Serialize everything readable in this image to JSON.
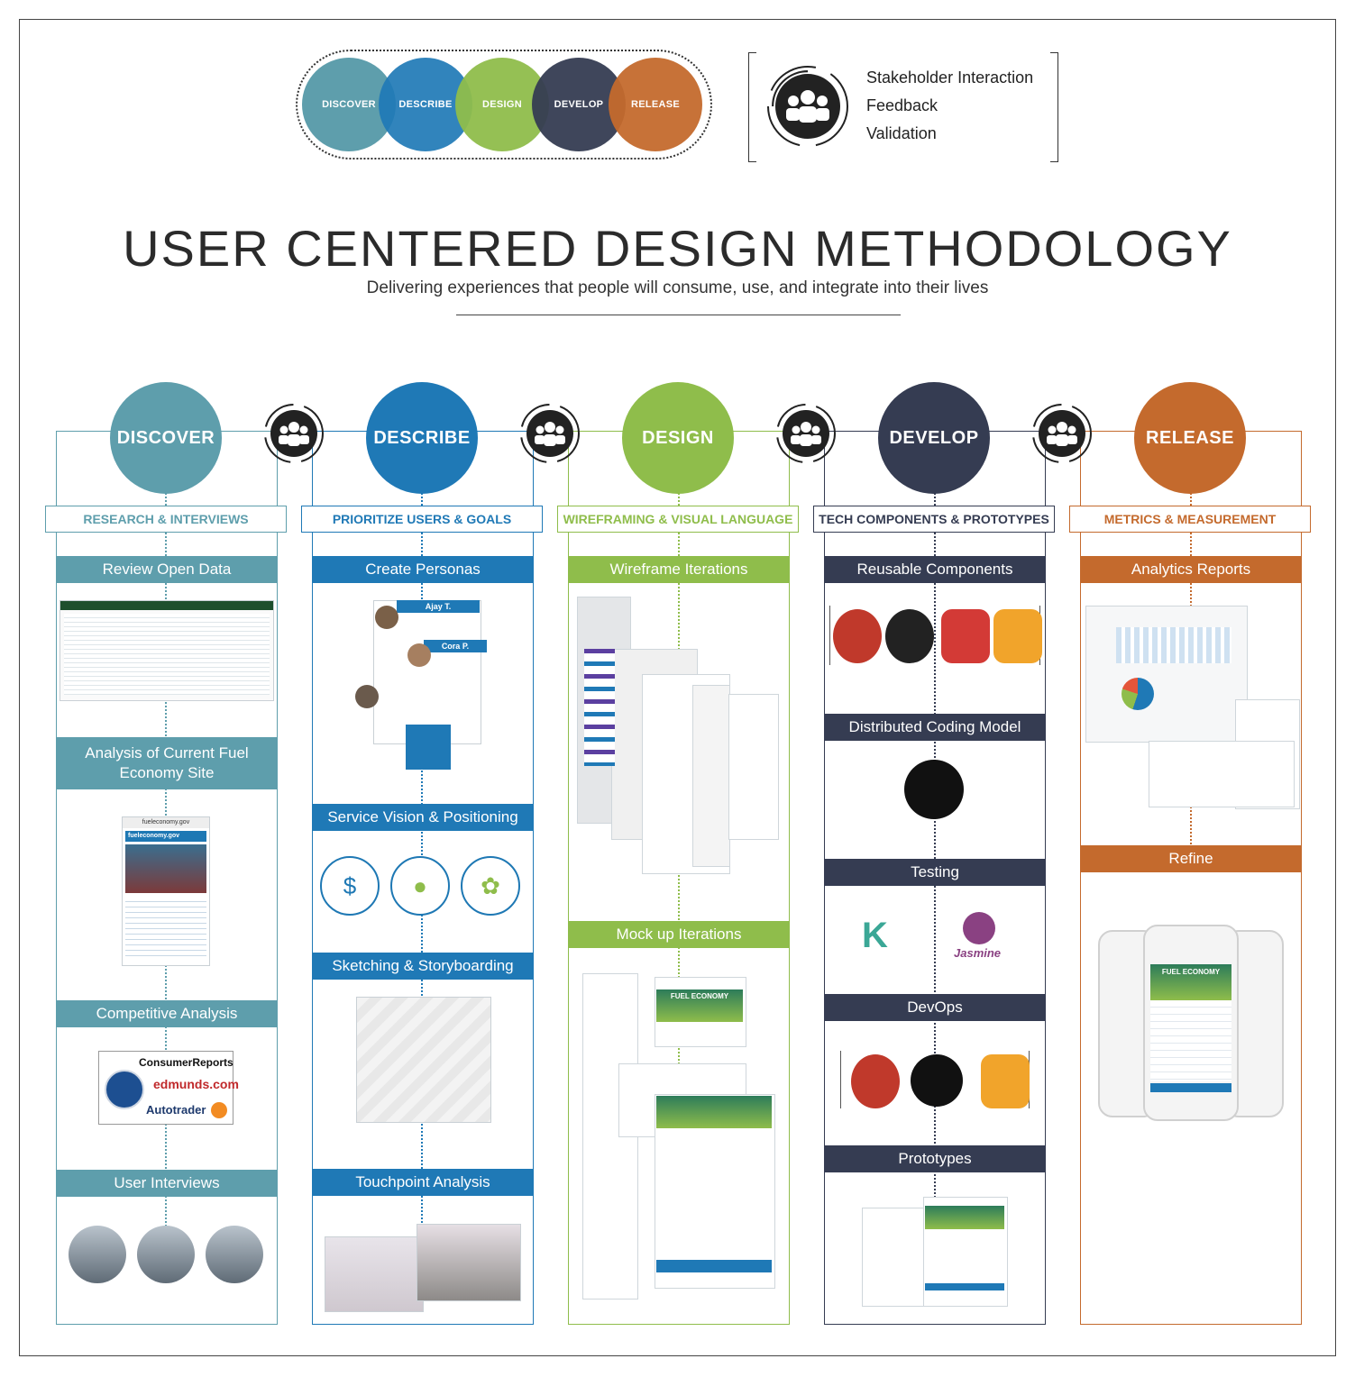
{
  "colors": {
    "discover": "#5e9eac",
    "describe": "#1f79b6",
    "design": "#8fbd4b",
    "develop": "#353c52",
    "release": "#c46a2d"
  },
  "cycle": {
    "labels": [
      "DISCOVER",
      "DESCRIBE",
      "DESIGN",
      "DEVELOP",
      "RELEASE"
    ]
  },
  "legend": {
    "icon": "people-group-icon",
    "items": [
      "Stakeholder Interaction",
      "Feedback",
      "Validation"
    ]
  },
  "header": {
    "title": "USER CENTERED DESIGN METHODOLOGY",
    "subtitle": "Delivering experiences that people will consume, use, and integrate into their lives"
  },
  "phases": [
    {
      "name": "DISCOVER",
      "heading": "RESEARCH & INTERVIEWS",
      "steps": [
        "Review Open Data",
        "Analysis of Current Fuel Economy Site",
        "Competitive Analysis",
        "User Interviews"
      ]
    },
    {
      "name": "DESCRIBE",
      "heading": "PRIORITIZE USERS & GOALS",
      "steps": [
        "Create Personas",
        "Service Vision & Positioning",
        "Sketching & Storyboarding",
        "Touchpoint Analysis"
      ]
    },
    {
      "name": "DESIGN",
      "heading": "WIREFRAMING & VISUAL LANGUAGE",
      "steps": [
        "Wireframe Iterations",
        "Mock up Iterations"
      ]
    },
    {
      "name": "DEVELOP",
      "heading": "TECH COMPONENTS & PROTOTYPES",
      "steps": [
        "Reusable Components",
        "Distributed Coding Model",
        "Testing",
        "DevOps",
        "Prototypes"
      ]
    },
    {
      "name": "RELEASE",
      "heading": "METRICS & MEASUREMENT",
      "steps": [
        "Analytics Reports",
        "Refine"
      ]
    }
  ],
  "visuals": {
    "personas": {
      "names": [
        "Ajay T.",
        "Cora P."
      ]
    },
    "site": {
      "url": "fueleconomy.gov",
      "logo": "fueleconomy.gov"
    },
    "competitors": [
      "ConsumerReports",
      "edmunds.com",
      "Autotrader"
    ],
    "testing_tools": [
      "Jasmine"
    ],
    "app": {
      "banner": "FUEL ECONOMY"
    }
  }
}
